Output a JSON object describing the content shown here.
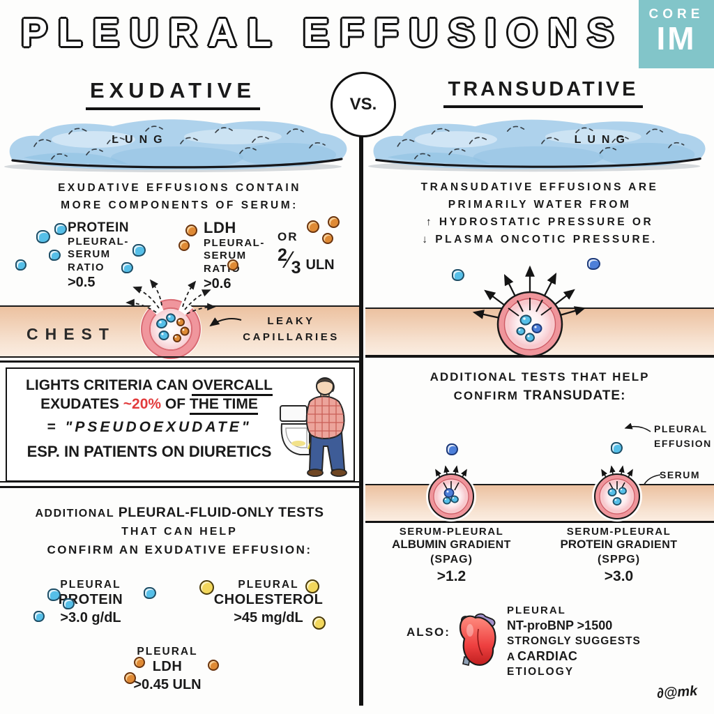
{
  "title": "PLEURAL EFFUSIONS",
  "logo": {
    "line1": "CORE",
    "line2": "IM"
  },
  "vs_label": "VS.",
  "colors": {
    "logo_teal": "#82c5c9",
    "accent_red": "#e23b3c",
    "chest_tan": "#ecc1a0",
    "capillary_pink": "#ef959b",
    "lung_blue": "#aed2ec",
    "particle_blue": "#56bfe8",
    "particle_royal_blue": "#4d7fd9",
    "particle_orange": "#df8a35",
    "particle_yellow": "#f2d75c"
  },
  "left": {
    "header": "EXUDATIVE",
    "lung_label": "LUNG",
    "intro_1": "EXUDATIVE EFFUSIONS CONTAIN",
    "intro_2": "MORE COMPONENTS OF SERUM:",
    "protein_ratio": {
      "name": "PROTEIN",
      "l1": "PLEURAL-",
      "l2": "SERUM",
      "l3": "RATIO",
      "value": ">0.5"
    },
    "ldh_ratio": {
      "name": "LDH",
      "l1": "PLEURAL-",
      "l2": "SERUM",
      "l3": "RATIO",
      "value": ">0.6"
    },
    "or_label": "OR",
    "uln": {
      "num": "2",
      "slash": "⁄",
      "den": "3",
      "label": "ULN"
    },
    "chest_label": "CHEST",
    "leaky_1": "LEAKY",
    "leaky_2": "CAPILLARIES",
    "lights": {
      "l1a": "LIGHTS CRITERIA CAN ",
      "l1b": "OVERCALL",
      "l2a": "EXUDATES ",
      "l2b": "~20%",
      "l2c": " OF ",
      "l2d": "THE TIME",
      "l3a": "= ",
      "l3b": "\"PSEUDOEXUDATE\"",
      "l4": "ESP. IN PATIENTS ON DIURETICS"
    },
    "add_a": "ADDITIONAL ",
    "add_b": "PLEURAL-FLUID-ONLY TESTS",
    "add_l2": "THAT CAN HELP",
    "add_l3": "CONFIRM AN EXUDATIVE EFFUSION:",
    "tests": [
      {
        "l1": "PLEURAL",
        "l2": "PROTEIN",
        "value": ">3.0 g/dL"
      },
      {
        "l1": "PLEURAL",
        "l2": "CHOLESTEROL",
        "value": ">45 mg/dL"
      },
      {
        "l1": "PLEURAL",
        "l2": "LDH",
        "value": ">0.45 ULN"
      }
    ]
  },
  "right": {
    "header": "TRANSUDATIVE",
    "lung_label": "LUNG",
    "intro_1": "TRANSUDATIVE EFFUSIONS ARE",
    "intro_2": "PRIMARILY WATER FROM",
    "intro_3": "↑ HYDROSTATIC PRESSURE OR",
    "intro_4": "↓ PLASMA ONCOTIC PRESSURE.",
    "add_l1": "ADDITIONAL TESTS THAT HELP",
    "add_l2a": "CONFIRM ",
    "add_l2b": "TRANSUDATE:",
    "effusion_1": "PLEURAL",
    "effusion_2": "EFFUSION",
    "serum_label": "SERUM",
    "gradients": [
      {
        "l1": "SERUM-PLEURAL",
        "l2a": "ALBUMIN",
        "l2b": " GRADIENT",
        "l3": "(SPAG)",
        "value": ">1.2"
      },
      {
        "l1": "SERUM-PLEURAL",
        "l2a": "PROTEIN",
        "l2b": " GRADIENT",
        "l3": "(SPPG)",
        "value": ">3.0"
      }
    ],
    "also_label": "ALSO:",
    "bnp": {
      "l1": "PLEURAL",
      "l2": "NT-proBNP >1500",
      "l3": "STRONGLY SUGGESTS",
      "l4a": "A ",
      "l4b": "CARDIAC",
      "l5": "ETIOLOGY"
    }
  },
  "signature": "∂@mk"
}
